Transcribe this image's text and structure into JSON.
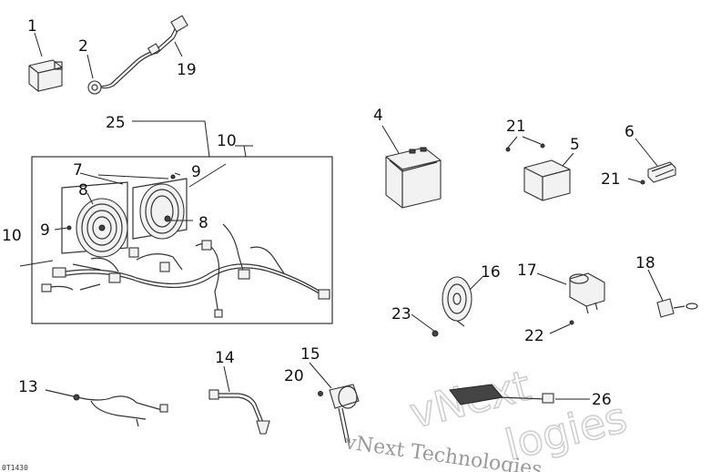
{
  "callouts": {
    "c1": "1",
    "c2": "2",
    "c19": "19",
    "c25": "25",
    "c10a": "10",
    "c7": "7",
    "c9a": "9",
    "c8a": "8",
    "c9b": "9",
    "c8b": "8",
    "c10b": "10",
    "c4": "4",
    "c21a": "21",
    "c5": "5",
    "c6": "6",
    "c21b": "21",
    "c16": "16",
    "c17": "17",
    "c18": "18",
    "c23": "23",
    "c22": "22",
    "c13": "13",
    "c14": "14",
    "c15": "15",
    "c20": "20",
    "c26": "26"
  },
  "watermark": {
    "line1": "vNext Technologies",
    "outline1": "vNext",
    "outline2": "logies"
  },
  "figure_code": "0T1430"
}
